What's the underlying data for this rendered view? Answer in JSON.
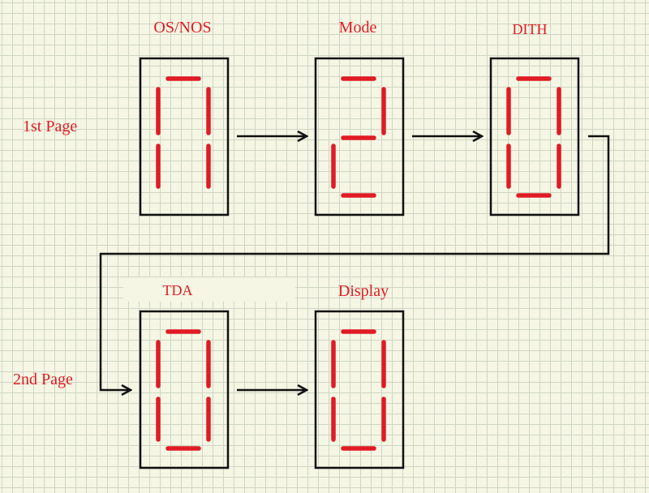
{
  "labels": {
    "row1": "1st Page",
    "row2": "2nd Page"
  },
  "displays": [
    {
      "label": "OS/NOS",
      "segments": [
        "a",
        "b",
        "c",
        "e",
        "f"
      ]
    },
    {
      "label": "Mode",
      "segments": [
        "a",
        "b",
        "d",
        "e",
        "g"
      ]
    },
    {
      "label": "DITH",
      "segments": [
        "a",
        "b",
        "c",
        "d",
        "e",
        "f"
      ]
    },
    {
      "label": "TDA",
      "segments": [
        "a",
        "b",
        "c",
        "d",
        "e",
        "f"
      ]
    },
    {
      "label": "Display",
      "segments": [
        "a",
        "b",
        "c",
        "d",
        "e",
        "f"
      ]
    }
  ],
  "colors": {
    "segment": "#e01b24",
    "label": "#e01b24",
    "frame": "#111111",
    "grid": "#cfd6c4",
    "background": "#f6f6e4"
  }
}
